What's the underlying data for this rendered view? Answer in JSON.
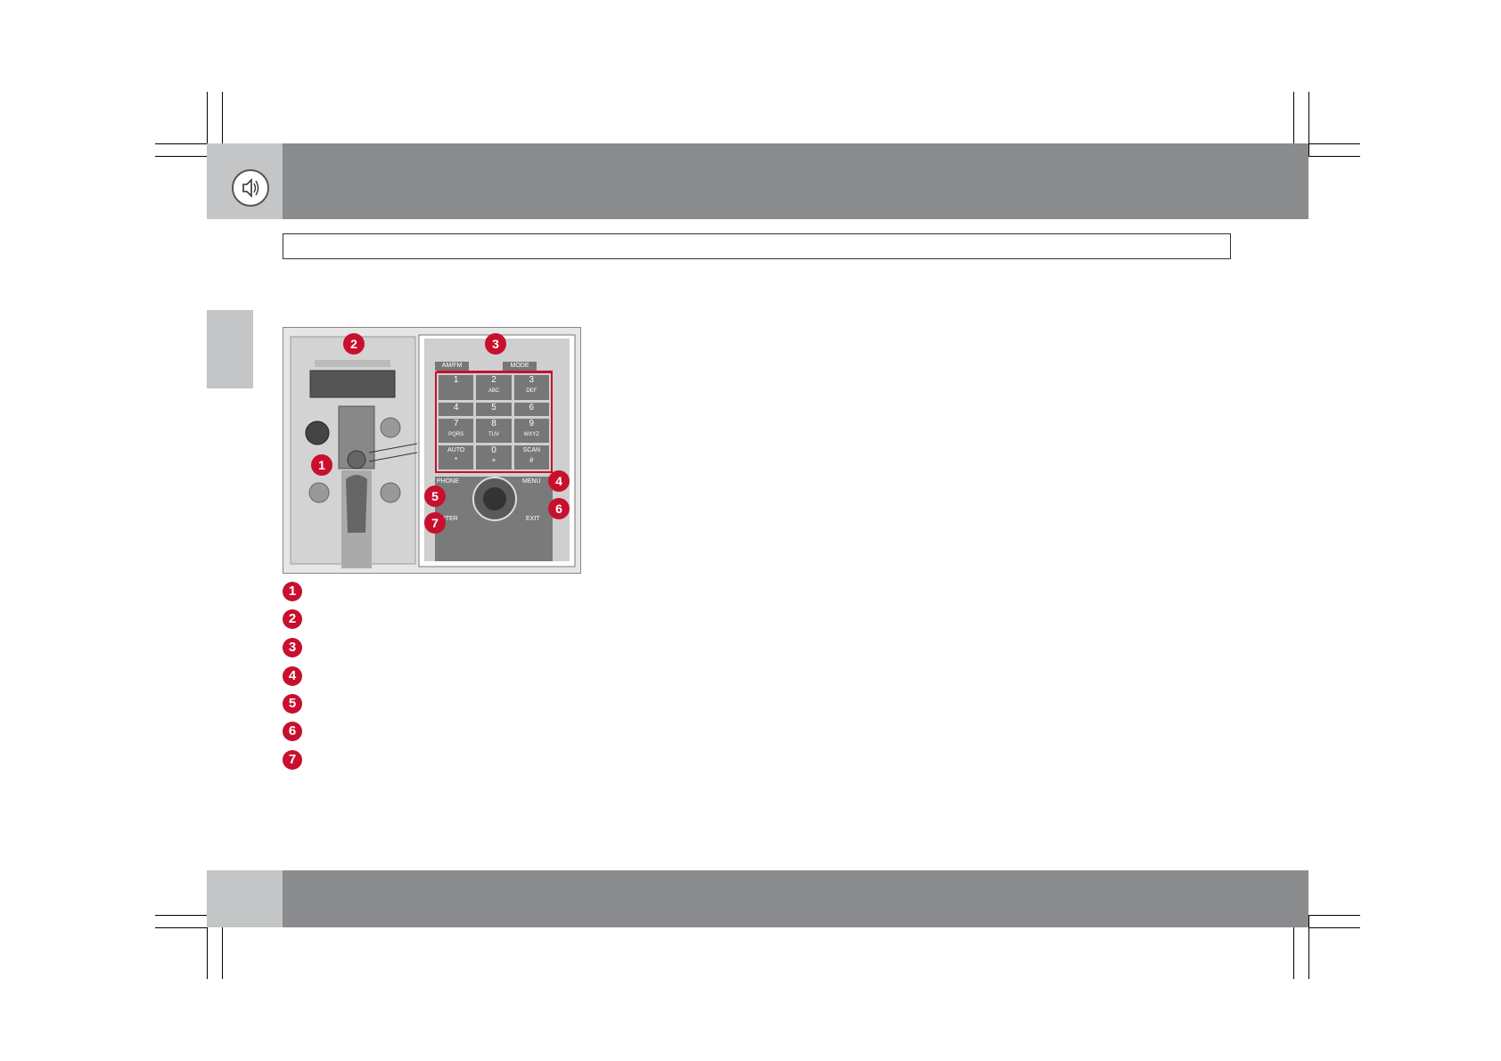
{
  "header": {
    "icon": "speaker-icon"
  },
  "figure": {
    "keypad": {
      "top_keys": [
        "AM/FM",
        "",
        "MODE"
      ],
      "digits": [
        {
          "main": "1",
          "sub": ""
        },
        {
          "main": "2",
          "sub": "ABC"
        },
        {
          "main": "3",
          "sub": "DEF"
        },
        {
          "main": "4",
          "sub": ""
        },
        {
          "main": "5",
          "sub": ""
        },
        {
          "main": "6",
          "sub": ""
        },
        {
          "main": "7",
          "sub": "PQRS"
        },
        {
          "main": "8",
          "sub": "TUV"
        },
        {
          "main": "9",
          "sub": "WXYZ"
        },
        {
          "main": "AUTO",
          "sub": "*"
        },
        {
          "main": "0",
          "sub": "+"
        },
        {
          "main": "SCAN",
          "sub": "#"
        }
      ],
      "phone": "PHONE",
      "menu": "MENU",
      "enter": "ENTER",
      "exit": "EXIT"
    },
    "callouts": [
      "1",
      "2",
      "3",
      "4",
      "5",
      "6",
      "7"
    ]
  },
  "legend": [
    "1",
    "2",
    "3",
    "4",
    "5",
    "6",
    "7"
  ],
  "colors": {
    "accent": "#c8102e",
    "bar": "#8a8b8d",
    "bar_light": "#c4c5c7"
  }
}
